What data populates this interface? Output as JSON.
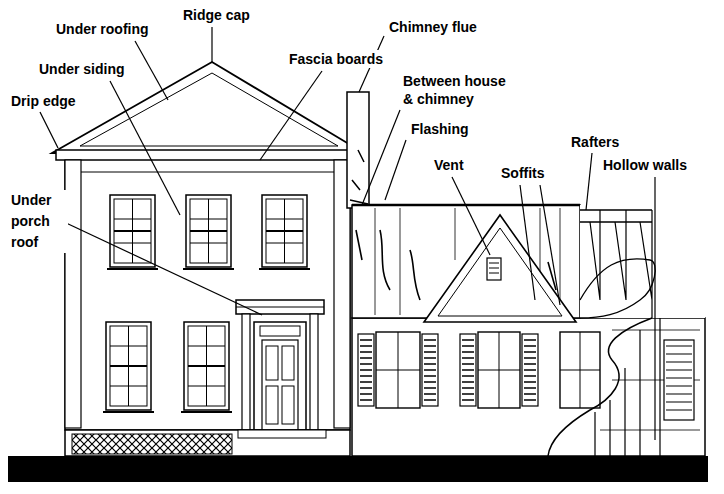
{
  "diagram": {
    "labels": [
      "Ridge cap",
      "Under roofing",
      "Chimney flue",
      "Under siding",
      "Fascia boards",
      "Between house & chimney",
      "Drip edge",
      "Flashing",
      "Rafters",
      "Vent",
      "Soffits",
      "Hollow walls",
      "Under porch roof"
    ]
  }
}
